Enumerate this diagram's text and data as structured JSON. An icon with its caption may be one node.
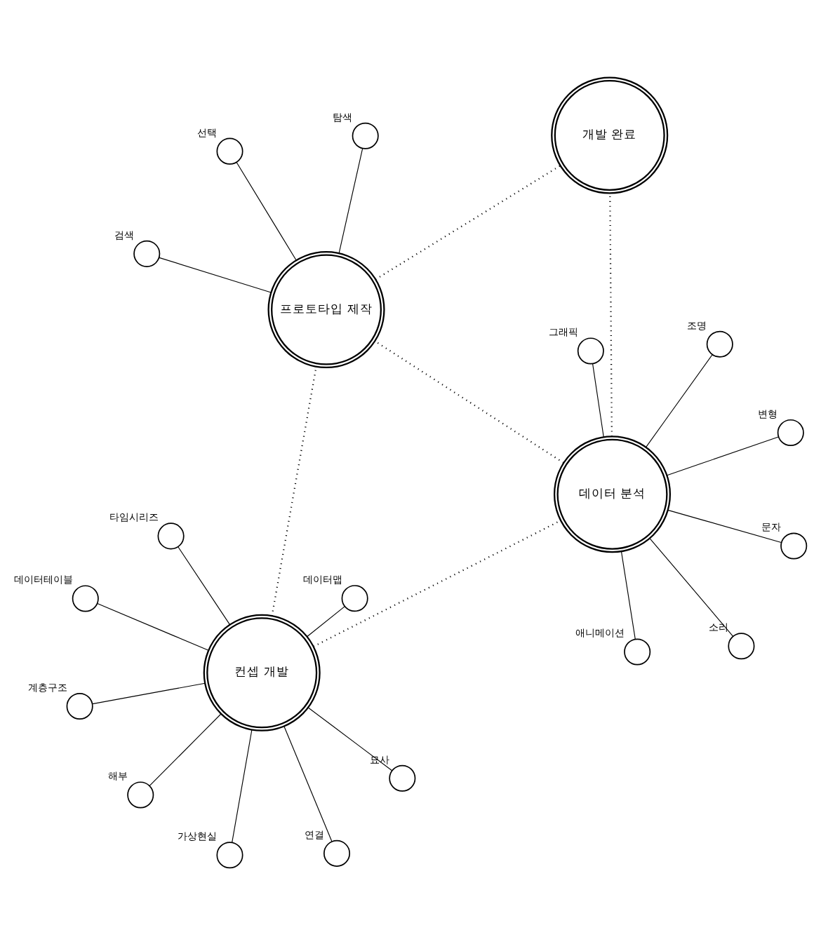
{
  "diagram": {
    "nodes": [
      {
        "text": [
          "컨셉 개발"
        ]
      },
      {
        "text": [],
        "shape": "circle",
        "beside": [
          "연결"
        ]
      },
      {
        "text": [],
        "shape": "circle",
        "beside": [
          "묘사"
        ]
      },
      {
        "text": [],
        "shape": "circle",
        "beside": [
          "계층구조"
        ]
      },
      {
        "text": [],
        "shape": "circle",
        "beside": [
          "해부"
        ]
      },
      {
        "text": [],
        "shape": "circle",
        "beside": [
          "가상현실"
        ]
      },
      {
        "text": [],
        "shape": "circle",
        "beside": [
          "데이터맵"
        ]
      },
      {
        "text": [],
        "shape": "circle",
        "beside": [
          "타임시리즈"
        ]
      },
      {
        "text": [],
        "shape": "circle",
        "beside": [
          "데이터테이블"
        ]
      },
      {
        "text": [
          "데이터 분석"
        ]
      },
      {
        "text": [],
        "shape": "circle",
        "beside": [
          "문자"
        ]
      },
      {
        "text": [],
        "shape": "circle",
        "beside": [
          "조명"
        ]
      },
      {
        "text": [],
        "shape": "circle",
        "beside": [
          "소리"
        ]
      },
      {
        "text": [],
        "shape": "circle",
        "beside": [
          "변형"
        ]
      },
      {
        "text": [],
        "shape": "circle",
        "beside": [
          "애니메이션"
        ]
      },
      {
        "text": [],
        "shape": "circle",
        "beside": [
          "그래픽"
        ]
      },
      {
        "text": [
          "프로토타입 제작"
        ]
      },
      {
        "text": [],
        "shape": "circle",
        "beside": [
          "선택"
        ]
      },
      {
        "text": [],
        "shape": "circle",
        "beside": [
          "탐색"
        ]
      },
      {
        "text": [],
        "shape": "circle",
        "beside": [
          "검색"
        ]
      },
      {
        "text": [
          "개발 완료"
        ]
      }
    ],
    "edges": [
      {
        "from": 0,
        "to": 1,
        "arrow": "none"
      },
      {
        "from": 0,
        "to": 2,
        "arrow": "none"
      },
      {
        "from": 0,
        "to": 3,
        "arrow": "none"
      },
      {
        "from": 0,
        "to": 4,
        "arrow": "none"
      },
      {
        "from": 0,
        "to": 5,
        "arrow": "none"
      },
      {
        "from": 0,
        "to": 6,
        "arrow": "none"
      },
      {
        "from": 0,
        "to": 7,
        "arrow": "none"
      },
      {
        "from": 0,
        "to": 8,
        "arrow": "none"
      },
      {
        "from": 9,
        "to": 10,
        "arrow": "none"
      },
      {
        "from": 9,
        "to": 11,
        "arrow": "none"
      },
      {
        "from": 9,
        "to": 12,
        "arrow": "none"
      },
      {
        "from": 9,
        "to": 13,
        "arrow": "none"
      },
      {
        "from": 9,
        "to": 14,
        "arrow": "none"
      },
      {
        "from": 9,
        "to": 15,
        "arrow": "none"
      },
      {
        "from": 16,
        "to": 17,
        "arrow": "none"
      },
      {
        "from": 16,
        "to": 18,
        "arrow": "none"
      },
      {
        "from": 16,
        "to": 19,
        "arrow": "none"
      },
      {
        "from": 0,
        "to": 9,
        "arrow": "none",
        "style": "dashed"
      },
      {
        "from": 0,
        "to": 16,
        "arrow": "none",
        "style": "dashed"
      },
      {
        "from": 9,
        "to": 16,
        "arrow": "none",
        "style": "dashed"
      },
      {
        "from": 9,
        "to": 20,
        "arrow": "none",
        "style": "dashed"
      },
      {
        "from": 16,
        "to": 20,
        "arrow": "none",
        "style": "dashed"
      }
    ]
  }
}
